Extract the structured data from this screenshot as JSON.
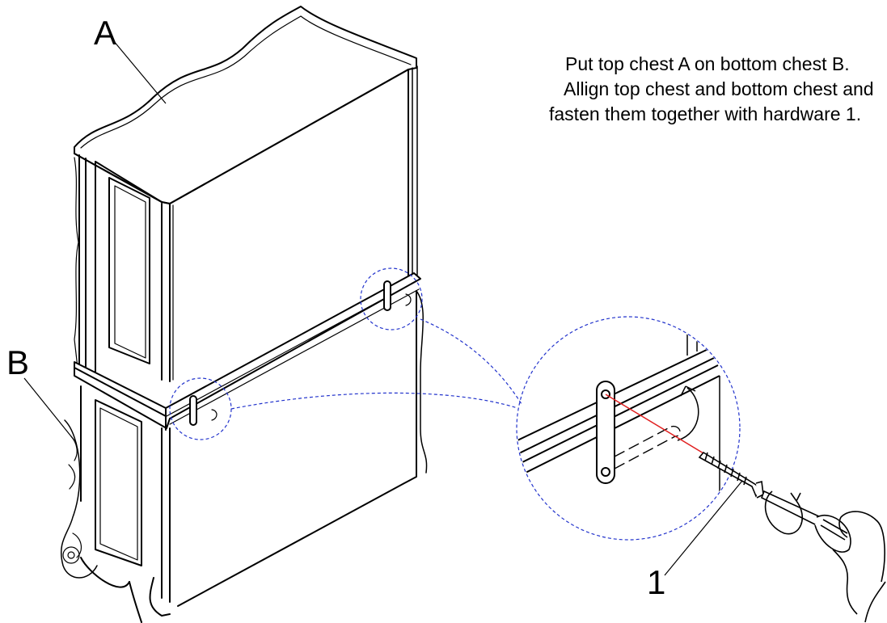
{
  "labels": {
    "top_chest": "A",
    "bottom_chest": "B",
    "hardware": "1"
  },
  "instructions": [
    "Put top chest A on bottom chest B.",
    "Allign top chest and bottom chest and",
    "fasten them together with hardware 1."
  ],
  "colors": {
    "line": "#000000",
    "detail_circle": "#2233cc",
    "screw_axis": "#e02020"
  },
  "icons": [
    "screw-icon",
    "screwdriver-icon",
    "hand-icon",
    "rotation-arrow-icon"
  ]
}
